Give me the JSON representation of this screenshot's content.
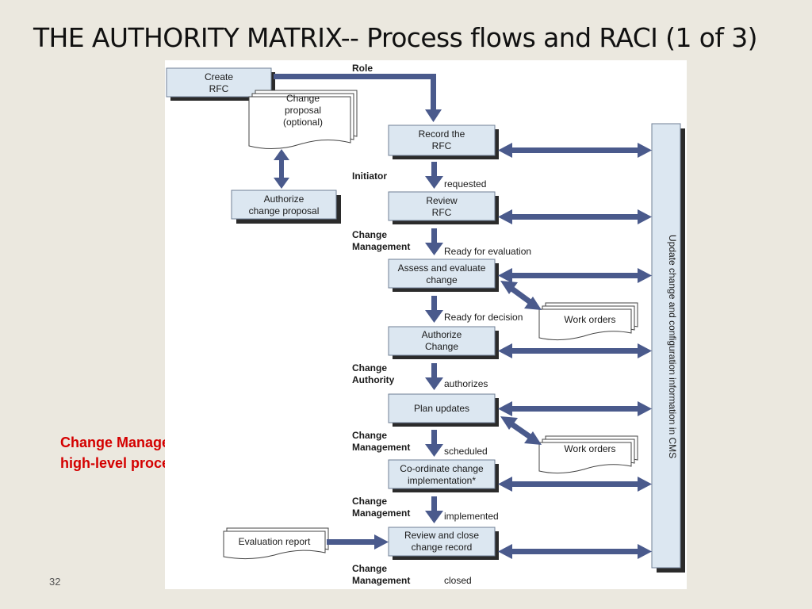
{
  "slide": {
    "title": "THE AUTHORITY MATRIX-- Process flows and RACI (1 of 3)",
    "caption_line1": "Change Management",
    "caption_line2": "high-level process flow",
    "page_number": "32"
  },
  "diagram": {
    "role_header": "Role",
    "create_rfc": [
      "Create",
      "RFC"
    ],
    "change_proposal": [
      "Change",
      "proposal",
      "(optional)"
    ],
    "authorize_proposal": [
      "Authorize",
      "change proposal"
    ],
    "steps": [
      [
        "Record the",
        "RFC"
      ],
      [
        "Review",
        "RFC"
      ],
      [
        "Assess and evaluate",
        "change"
      ],
      [
        "Authorize",
        "Change"
      ],
      [
        "Plan updates"
      ],
      [
        "Co-ordinate change",
        "implementation*"
      ],
      [
        "Review and close",
        "change record"
      ]
    ],
    "roles": [
      [
        "Initiator"
      ],
      [
        "Change",
        "Management"
      ],
      [
        "Change",
        "Authority"
      ],
      [
        "Change",
        "Management"
      ],
      [
        "Change",
        "Management"
      ],
      [
        "Change",
        "Management"
      ]
    ],
    "statuses": [
      "requested",
      "Ready for evaluation",
      "Ready for decision",
      "authorizes",
      "scheduled",
      "implemented",
      "closed"
    ],
    "work_orders_1": "Work orders",
    "work_orders_2": "Work orders",
    "evaluation_report": "Evaluation report",
    "cms_bar": "Update change and configuration information in CMS"
  }
}
